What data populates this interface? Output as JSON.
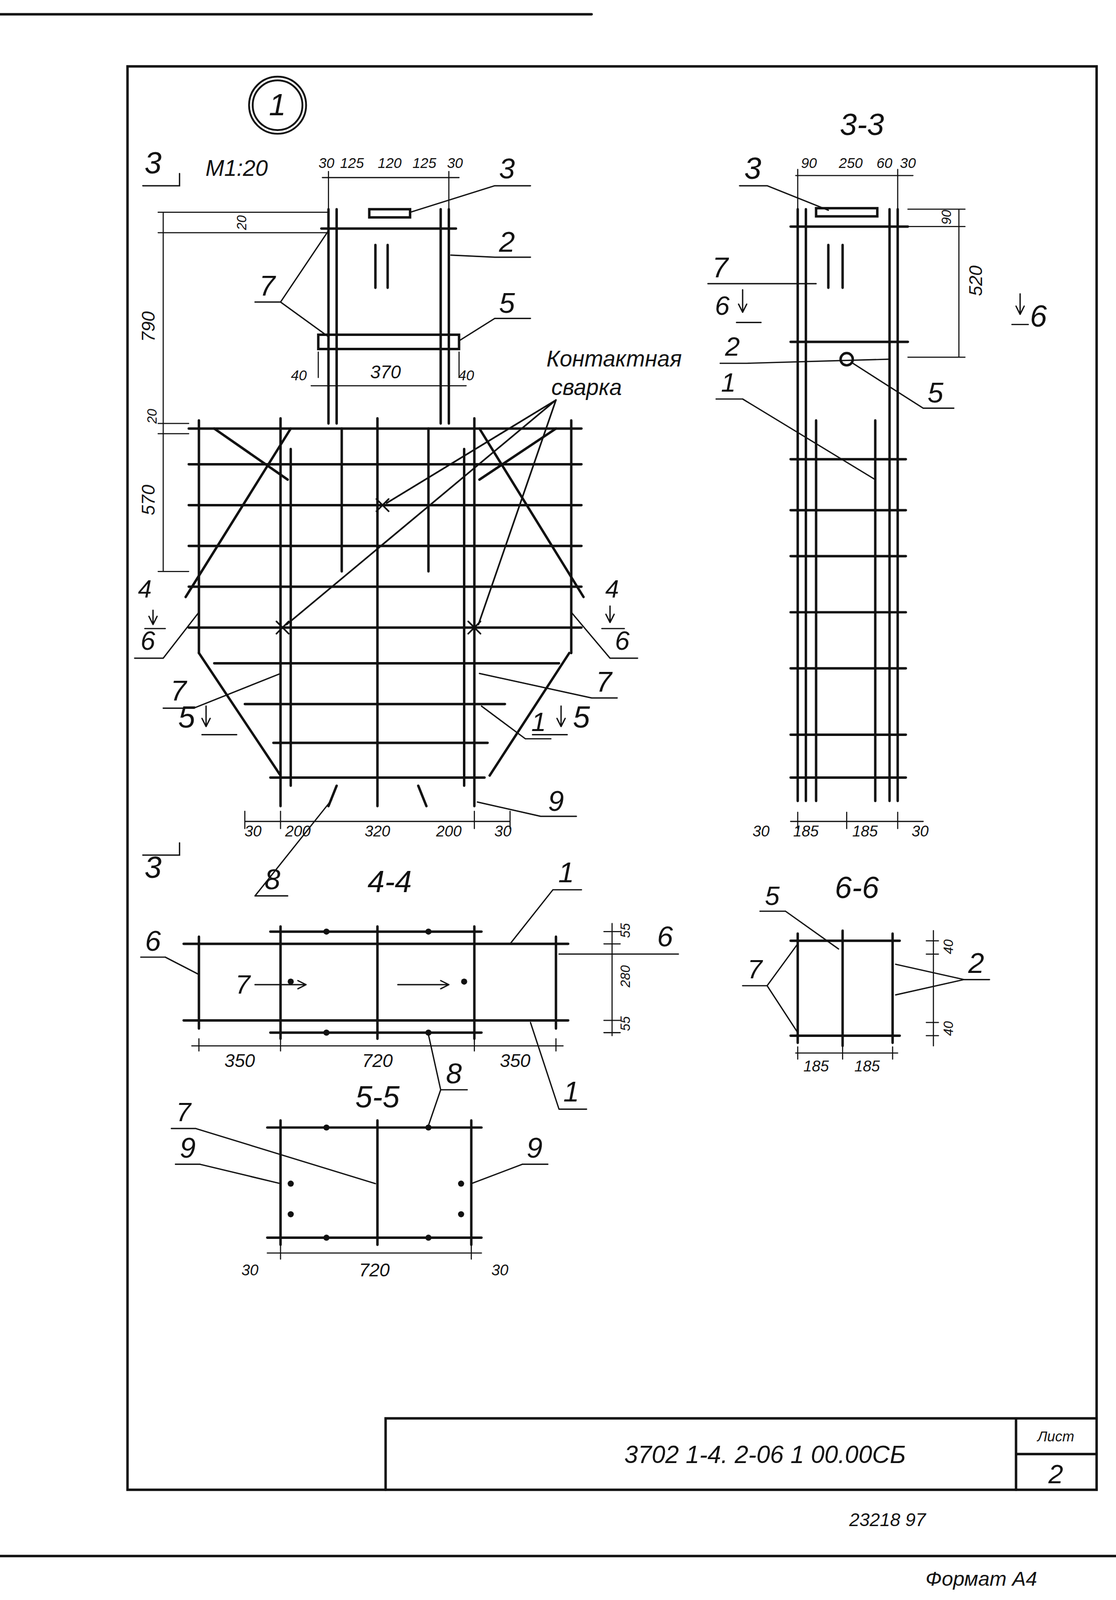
{
  "diagram": {
    "nodes": [
      {
        "text": [
          "1"
        ]
      }
    ],
    "labels": [
      "M1:20",
      "3",
      "30",
      "125",
      "120",
      "125",
      "30",
      "3",
      "20",
      "790",
      "2",
      "7",
      "5",
      "40",
      "370",
      "40",
      "Контактная",
      "сварка",
      "20",
      "570",
      "4",
      "4",
      "6",
      "6",
      "7",
      "7",
      "5",
      "1",
      "5",
      "9",
      "30",
      "200",
      "320",
      "200",
      "30",
      "3",
      "8",
      "4-4",
      "1",
      "6",
      "6",
      "7",
      "55",
      "280",
      "55",
      "350",
      "720",
      "350",
      "1",
      "8",
      "5-5",
      "7",
      "9",
      "9",
      "30",
      "720",
      "30",
      "3-3",
      "3",
      "90",
      "250",
      "60",
      "30",
      "90",
      "520",
      "6",
      "7",
      "6",
      "2",
      "5",
      "1",
      "30",
      "185",
      "185",
      "30",
      "5",
      "6-6",
      "2",
      "7",
      "40",
      "40",
      "185",
      "185",
      "3702 1-4. 2-06 1 00.00СБ",
      "Лист",
      "2",
      "23218 97",
      "Формат А4"
    ]
  }
}
